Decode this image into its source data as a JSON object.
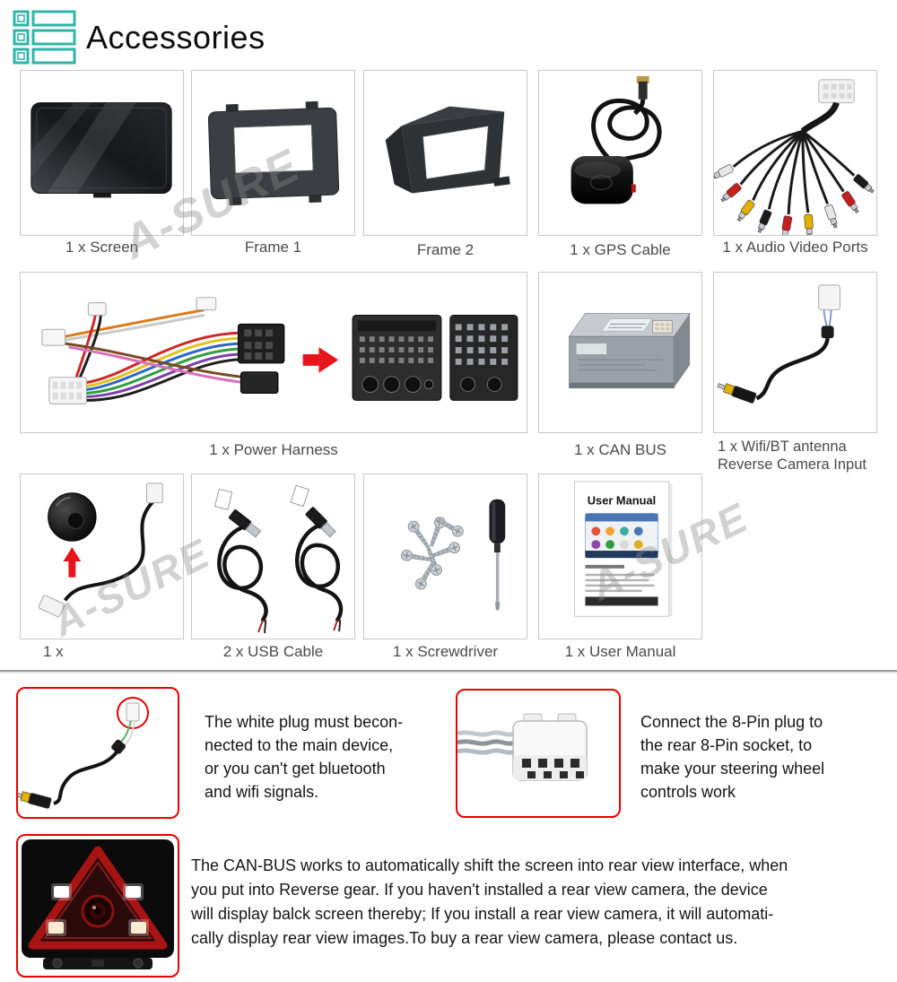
{
  "header": {
    "title": "Accessories"
  },
  "watermark": {
    "text": "A-SURE"
  },
  "colors": {
    "accent_teal": "#2fb5a8",
    "note_border_red": "#ec0000",
    "arrow_red": "#e8141c",
    "box_border_gray": "#c9c9c9"
  },
  "grid": {
    "screen": {
      "label": "1 x Screen"
    },
    "frame1": {
      "label": "Frame 1"
    },
    "frame2": {
      "label": "Frame 2"
    },
    "gps": {
      "label": "1 x GPS Cable"
    },
    "av_ports": {
      "label": "1 x Audio Video Ports"
    },
    "power": {
      "label": "1 x Power Harness"
    },
    "canbus": {
      "label": "1 x CAN BUS"
    },
    "wifi_bt": {
      "label_line1": "1 x Wifi/BT antenna",
      "label_line2": "Reverse Camera Input"
    },
    "mic": {
      "label": "1 x"
    },
    "usb": {
      "label": "2 x USB Cable"
    },
    "screwdriver": {
      "label": "1 x Screwdriver"
    },
    "manual": {
      "label": "1 x User Manual",
      "page_title": "User Manual"
    }
  },
  "notes": {
    "white_plug": {
      "lines": [
        "The white plug must becon-",
        "nected to the main device,",
        "or you can't get bluetooth",
        "and wifi signals."
      ]
    },
    "eight_pin": {
      "lines": [
        "Connect the 8-Pin plug to",
        "the rear 8-Pin socket, to",
        "make your steering wheel",
        "controls work"
      ]
    },
    "canbus_note": {
      "lines": [
        "The CAN-BUS works to automatically shift the screen into rear view interface, when",
        "you put into Reverse gear. If you haven't installed a rear view camera, the device",
        "will display balck screen thereby; If you install a rear view camera, it will automati-",
        "cally display rear view images.To buy a rear view camera, please contact us."
      ]
    }
  }
}
